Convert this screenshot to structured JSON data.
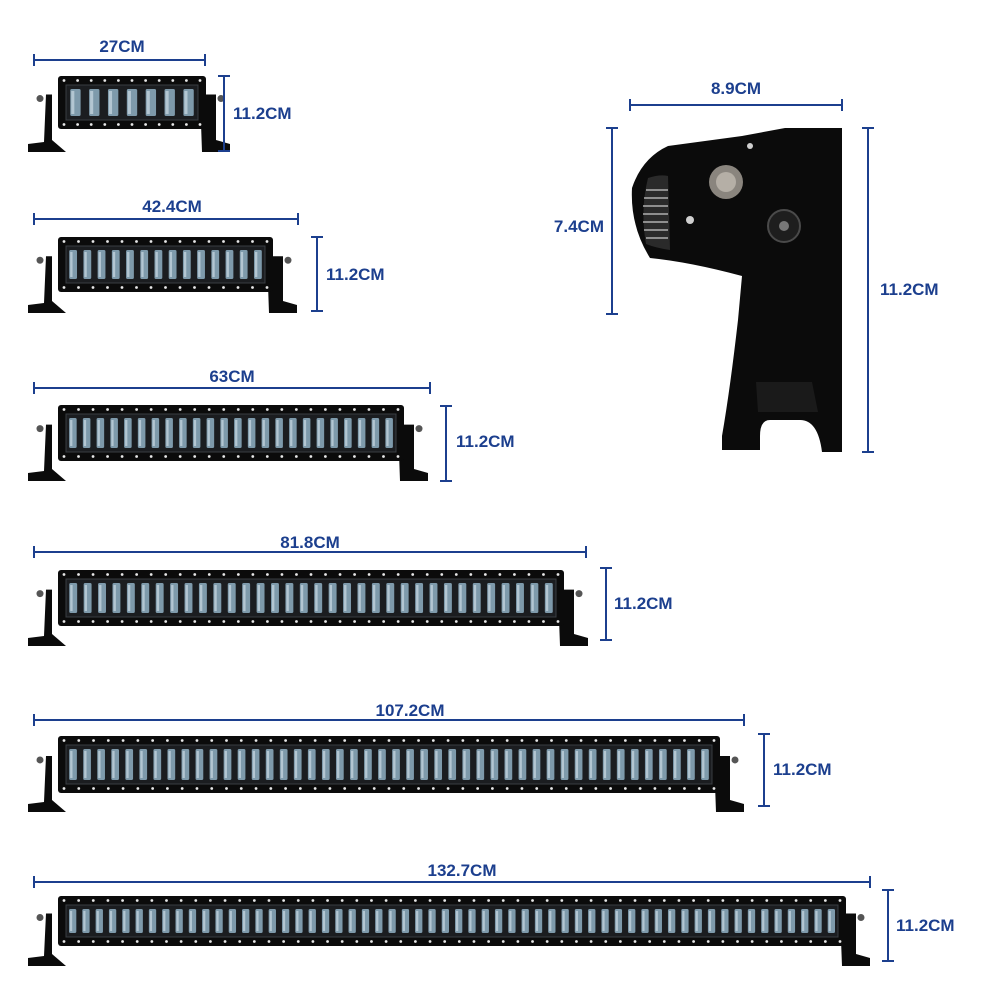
{
  "colors": {
    "dimension": "#1c3f8e",
    "housing": "#0b0b0b",
    "led": "#8fb0c4"
  },
  "light_bars": [
    {
      "length_label": "27CM",
      "height_label": "11.2CM",
      "led_count": 7
    },
    {
      "length_label": "42.4CM",
      "height_label": "11.2CM",
      "led_count": 14
    },
    {
      "length_label": "63CM",
      "height_label": "11.2CM",
      "led_count": 24
    },
    {
      "length_label": "81.8CM",
      "height_label": "11.2CM",
      "led_count": 34
    },
    {
      "length_label": "107.2CM",
      "height_label": "11.2CM",
      "led_count": 46
    },
    {
      "length_label": "132.7CM",
      "height_label": "11.2CM",
      "led_count": 58
    }
  ],
  "side_view": {
    "depth_label": "8.9CM",
    "lens_height_label": "7.4CM",
    "total_height_label": "11.2CM"
  }
}
